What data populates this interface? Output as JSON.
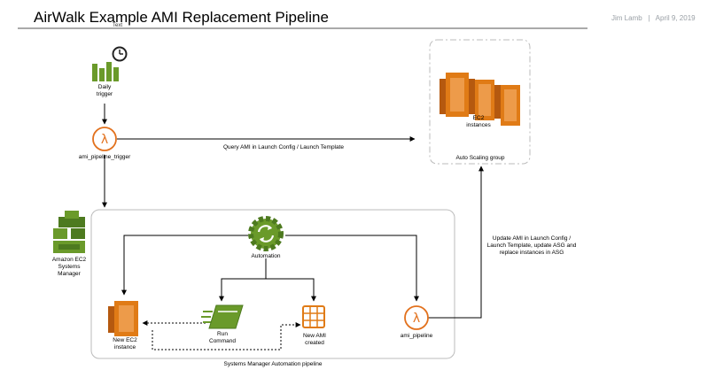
{
  "header": {
    "title": "AirWalk Example AMI Replacement Pipeline",
    "title_tag": "Text",
    "author": "Jim Lamb",
    "separator": "|",
    "date": "April 9, 2019"
  },
  "nodes": {
    "daily_trigger": [
      "Daily",
      "trigger"
    ],
    "ami_pipeline_trigger": "ami_pipeline_trigger",
    "ec2_instances": [
      "EC2",
      "instances"
    ],
    "auto_scaling_group": "Auto Scaling group",
    "systems_manager": [
      "Amazon EC2",
      "Systems",
      "Manager"
    ],
    "automation": "Automation",
    "new_ec2_instance": [
      "New EC2",
      "instance"
    ],
    "run_command": [
      "Run",
      "Command"
    ],
    "new_ami_created": [
      "New AMI",
      "created"
    ],
    "ami_pipeline": "ami_pipeline",
    "ssm_pipeline": "Systems Manager Automation pipeline"
  },
  "edges": {
    "query_ami": "Query AMI in Launch Config / Launch Template",
    "update_ami": [
      "Update AMI in Launch Config /",
      "Launch Template, update ASG and",
      "replace instances in ASG"
    ]
  },
  "colors": {
    "lambda_orange": "#e2711d",
    "ec2_orange": "#e07b16",
    "ec2_dark": "#b5590f",
    "ssm_green": "#6a9a2a",
    "ssm_dark": "#4d7a1f",
    "line": "#000000",
    "group_border": "#bbbbbb",
    "header_rule": "#555555"
  }
}
